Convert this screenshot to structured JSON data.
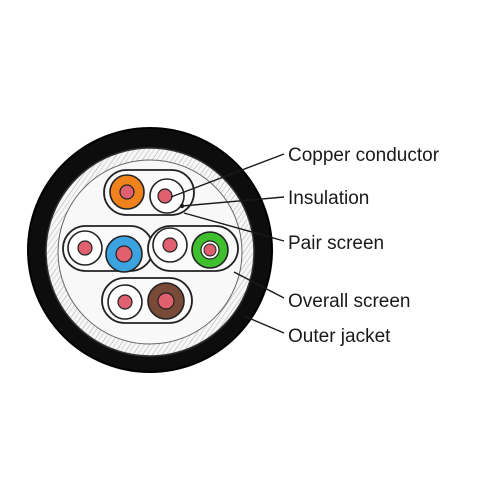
{
  "labels": {
    "copper_conductor": "Copper conductor",
    "insulation": "Insulation",
    "pair_screen": "Pair screen",
    "overall_screen": "Overall screen",
    "outer_jacket": "Outer jacket"
  },
  "colors": {
    "outer_jacket": "#0d0d0d",
    "screen_fill": "#f4f4f4",
    "outline": "#222222",
    "conductor": "#e06070",
    "pair1_insulation": "#f0821e",
    "pair2_insulation": "#3ba3e0",
    "pair3_insulation": "#3fbf2e",
    "pair4_insulation": "#7a4a38",
    "white_insulation": "#ffffff"
  },
  "pairs": [
    {
      "name": "orange pair",
      "colored": "orange"
    },
    {
      "name": "blue pair",
      "colored": "blue"
    },
    {
      "name": "green pair",
      "colored": "green"
    },
    {
      "name": "brown pair",
      "colored": "brown"
    }
  ]
}
